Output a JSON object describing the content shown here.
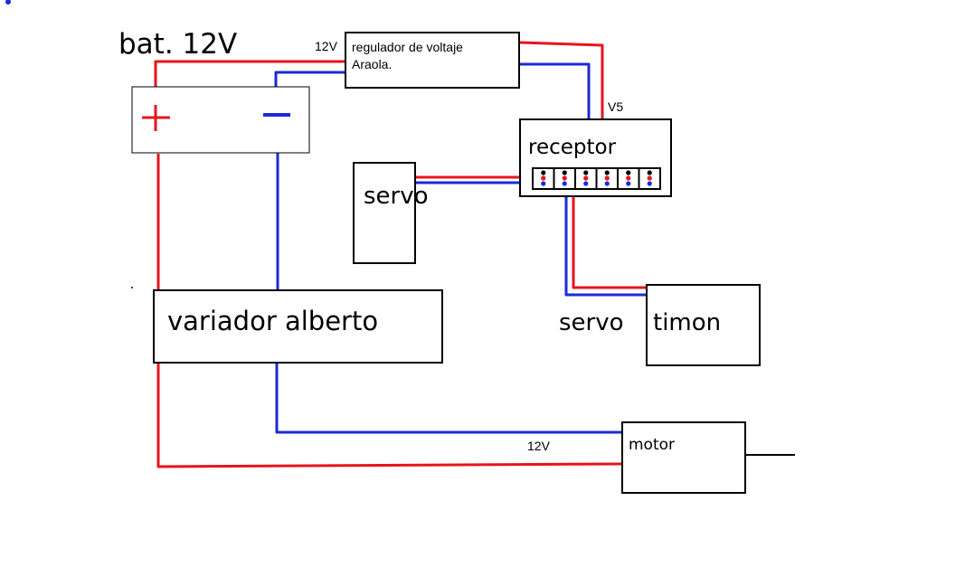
{
  "colors": {
    "positive": "#e8141b",
    "negative": "#1a2bd6",
    "outline": "#000000"
  },
  "battery": {
    "label": "bat. 12V",
    "plus": "+",
    "minus": "−"
  },
  "regulator": {
    "label_line1": "regulador de voltaje",
    "label_line2": "Araola.",
    "input_voltage": "12V",
    "output_voltage": "V5"
  },
  "receiver": {
    "label": "receptor",
    "channel_count": 6
  },
  "servo": {
    "label": "servo"
  },
  "servo_rudder": {
    "label_left": "servo",
    "label_right": "timon"
  },
  "esc": {
    "label": "variador alberto"
  },
  "motor": {
    "label": "motor",
    "voltage": "12V"
  }
}
